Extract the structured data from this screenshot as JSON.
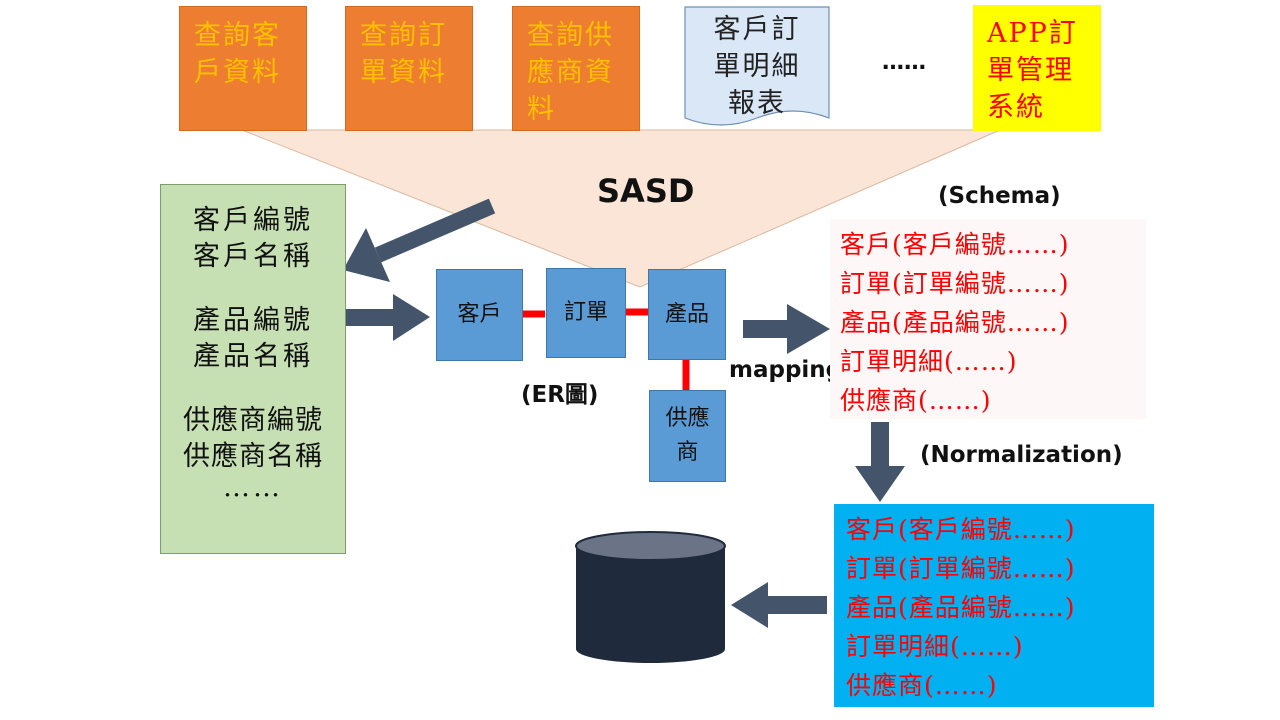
{
  "sources": [
    {
      "lines": [
        "查詢客",
        "戶資料"
      ]
    },
    {
      "lines": [
        "查詢訂",
        "單資料"
      ]
    },
    {
      "lines": [
        "查詢供",
        "應商資",
        "料"
      ]
    },
    {
      "lines": [
        "客戶訂",
        "單明細",
        "報表"
      ]
    },
    {
      "lines": [
        "APP訂",
        "單管理",
        "系統"
      ]
    }
  ],
  "ellipsis": "……",
  "funnel_label": "SASD",
  "attributes": {
    "group1": [
      "客戶編號",
      "客戶名稱"
    ],
    "group2": [
      "產品編號",
      "產品名稱"
    ],
    "group3": [
      "供應商編號",
      "供應商名稱",
      "……"
    ]
  },
  "er": {
    "customer": "客戶",
    "order": "訂單",
    "product": "產品",
    "supplier": [
      "供應",
      "商"
    ],
    "caption": "(ER圖)"
  },
  "mapping_label": "mapping",
  "schema": {
    "heading": "(Schema)",
    "lines": [
      "客戶(客戶編號……)",
      "訂單(訂單編號……)",
      "產品(產品編號……)",
      "訂單明細(……)",
      "供應商(……)"
    ]
  },
  "normalization": {
    "heading": "(Normalization)",
    "lines": [
      "客戶(客戶編號……)",
      "訂單(訂單編號……)",
      "產品(產品編號……)",
      "訂單明細(……)",
      "供應商(……)"
    ]
  },
  "colors": {
    "orange": "#ed7d31",
    "yellow": "#ffff00",
    "funnel": "#fbe5d6",
    "green": "#c6e0b4",
    "entity": "#5b9bd5",
    "relation": "#ff0000",
    "arrow": "#44546a",
    "normalized_box": "#00b0f0",
    "database": "#1f2a3c"
  }
}
